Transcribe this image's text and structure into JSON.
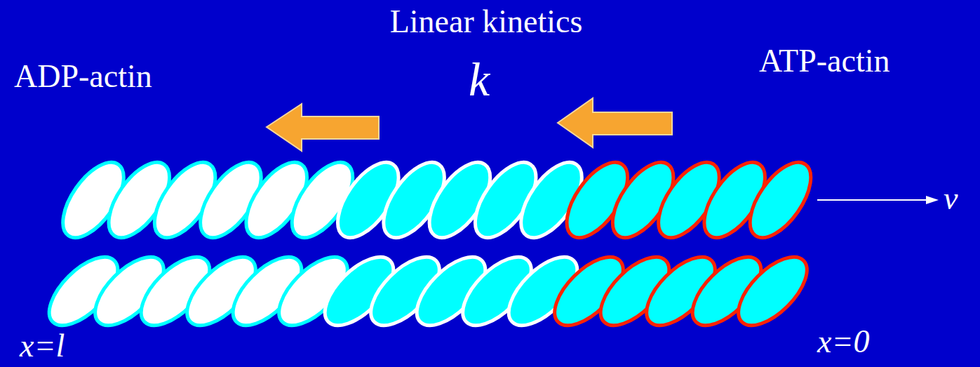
{
  "diagram": {
    "title": "Linear kinetics",
    "labels": [
      "k",
      "ADP-actin",
      "ATP-actin",
      "v",
      "x=l",
      "x=0"
    ]
  }
}
